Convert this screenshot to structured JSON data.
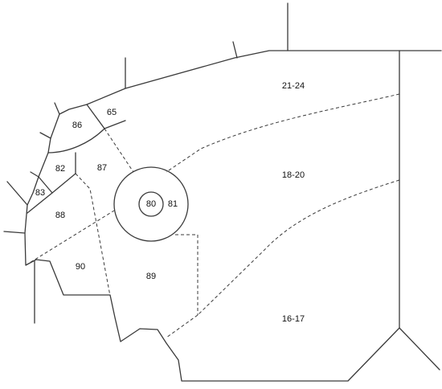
{
  "map": {
    "line_color": "#3a3a3a",
    "background": "#ffffff",
    "zones": {
      "z21_24": "21-24",
      "z18_20": "18-20",
      "z16_17": "16-17",
      "z65": "65",
      "z86": "86",
      "z82": "82",
      "z87": "87",
      "z83": "83",
      "z88": "88",
      "z80": "80",
      "z81": "81",
      "z90": "90",
      "z89": "89"
    }
  }
}
